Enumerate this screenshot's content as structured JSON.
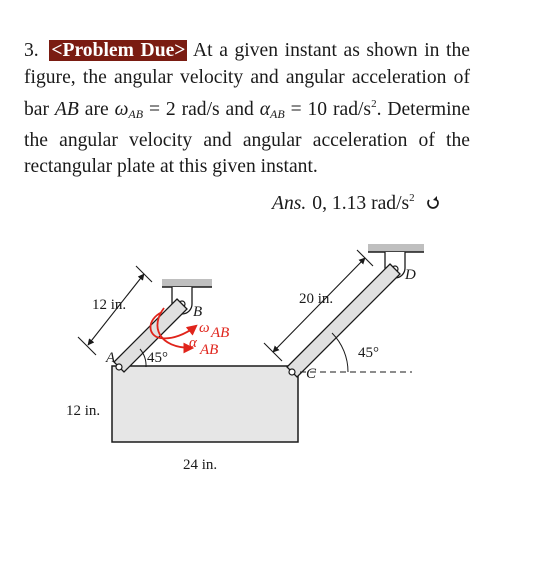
{
  "problem": {
    "number": "3.",
    "tag": "<Problem Due>",
    "text_1": "At a given instant as shown in the figure, the angular velocity and angular acceleration of bar",
    "bar": "AB",
    "text_2": "are",
    "omega_sym": "ω",
    "omega_sub": "AB",
    "omega_val": "= 2 rad/s and",
    "alpha_sym": "α",
    "alpha_sub": "AB",
    "alpha_val": "= 10 rad/s",
    "alpha_exp": "2",
    "text_3": ". Determine the angular velocity and angular acceleration of the rectangular plate at this given instant."
  },
  "answer": {
    "label": "Ans.",
    "value": "0, 1.13 rad/s",
    "exp": "2"
  },
  "figure": {
    "labels": {
      "B": "B",
      "D": "D",
      "A": "A",
      "C": "C",
      "bar_ab_length": "12 in.",
      "bar_cd_length": "20 in.",
      "plate_height": "12 in.",
      "plate_width": "24 in.",
      "angle_a": "45°",
      "angle_c": "45°",
      "omega": "ω",
      "omega_sub": "AB",
      "alpha": "α",
      "alpha_sub": "AB"
    },
    "colors": {
      "plate_fill": "#e6e6e6",
      "bar_fill": "#e0e0e0",
      "ground_fill": "#bfbfbf",
      "arrow_red": "#e0241b",
      "badge": "#7a1c12"
    }
  }
}
